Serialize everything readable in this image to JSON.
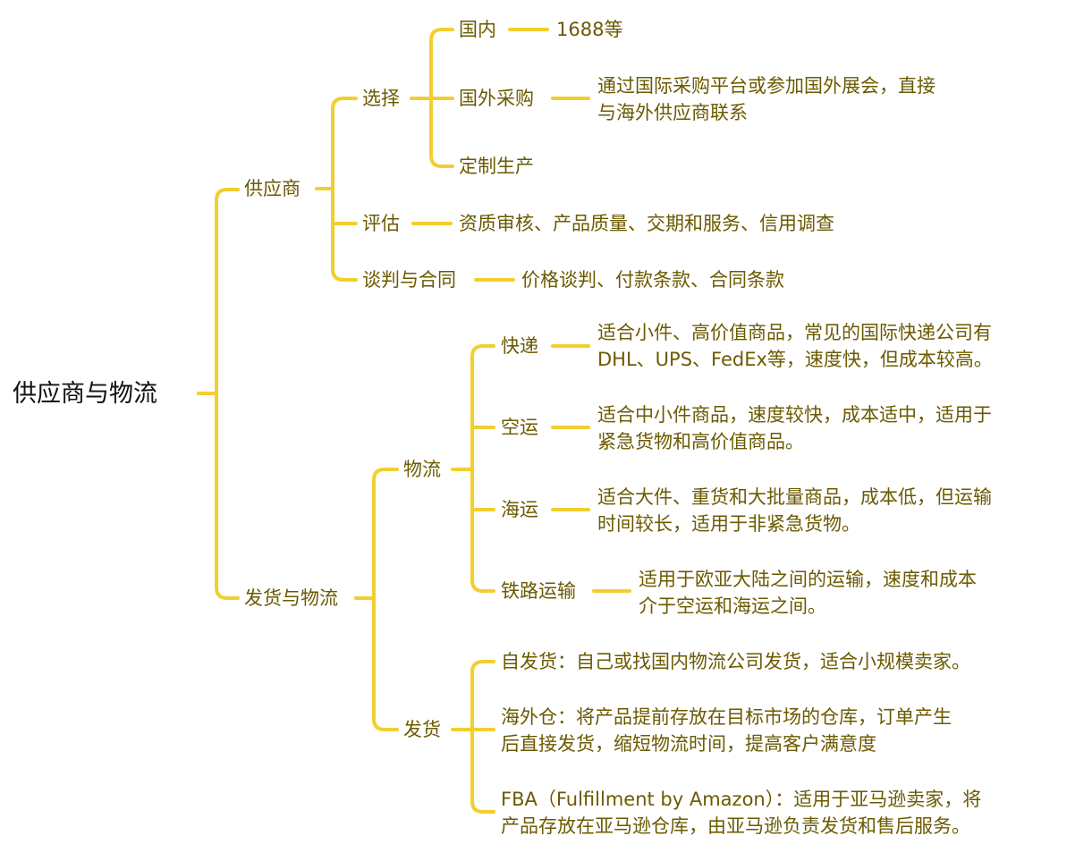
{
  "root": "供应商与物流",
  "supplier": {
    "title": "供应商",
    "select": {
      "title": "选择",
      "domestic": "国内",
      "domestic_detail": "1688等",
      "overseas": "国外采购",
      "overseas_detail_1": "通过国际采购平台或参加国外展会，直接",
      "overseas_detail_2": "与海外供应商联系",
      "custom": "定制生产"
    },
    "evaluate": {
      "title": "评估",
      "detail": "资质审核、产品质量、交期和服务、信用调查"
    },
    "negotiate": {
      "title": "谈判与合同",
      "detail": "价格谈判、付款条款、合同条款"
    }
  },
  "shipping": {
    "title": "发货与物流",
    "logistics": {
      "title": "物流",
      "express": "快递",
      "express_detail_1": "适合小件、高价值商品，常见的国际快递公司有",
      "express_detail_2": "DHL、UPS、FedEx等，速度快，但成本较高。",
      "air": "空运",
      "air_detail_1": "适合中小件商品，速度较快，成本适中，适用于",
      "air_detail_2": "紧急货物和高价值商品。",
      "sea": "海运",
      "sea_detail_1": "适合大件、重货和大批量商品，成本低，但运输",
      "sea_detail_2": "时间较长，适用于非紧急货物。",
      "rail": "铁路运输",
      "rail_detail_1": "适用于欧亚大陆之间的运输，速度和成本",
      "rail_detail_2": "介于空运和海运之间。"
    },
    "delivery": {
      "title": "发货",
      "self": "自发货：自己或找国内物流公司发货，适合小规模卖家。",
      "overseas_wh_1": "海外仓：将产品提前存放在目标市场的仓库，订单产生",
      "overseas_wh_2": "后直接发货，缩短物流时间，提高客户满意度",
      "fba_1": "FBA（Fulfillment by Amazon）：适用于亚马逊卖家，将",
      "fba_2": "产品存放在亚马逊仓库，由亚马逊负责发货和售后服务。"
    }
  },
  "colors": {
    "line": "#f2cf2e",
    "text": "#6b5a00",
    "root_text": "#111111"
  }
}
